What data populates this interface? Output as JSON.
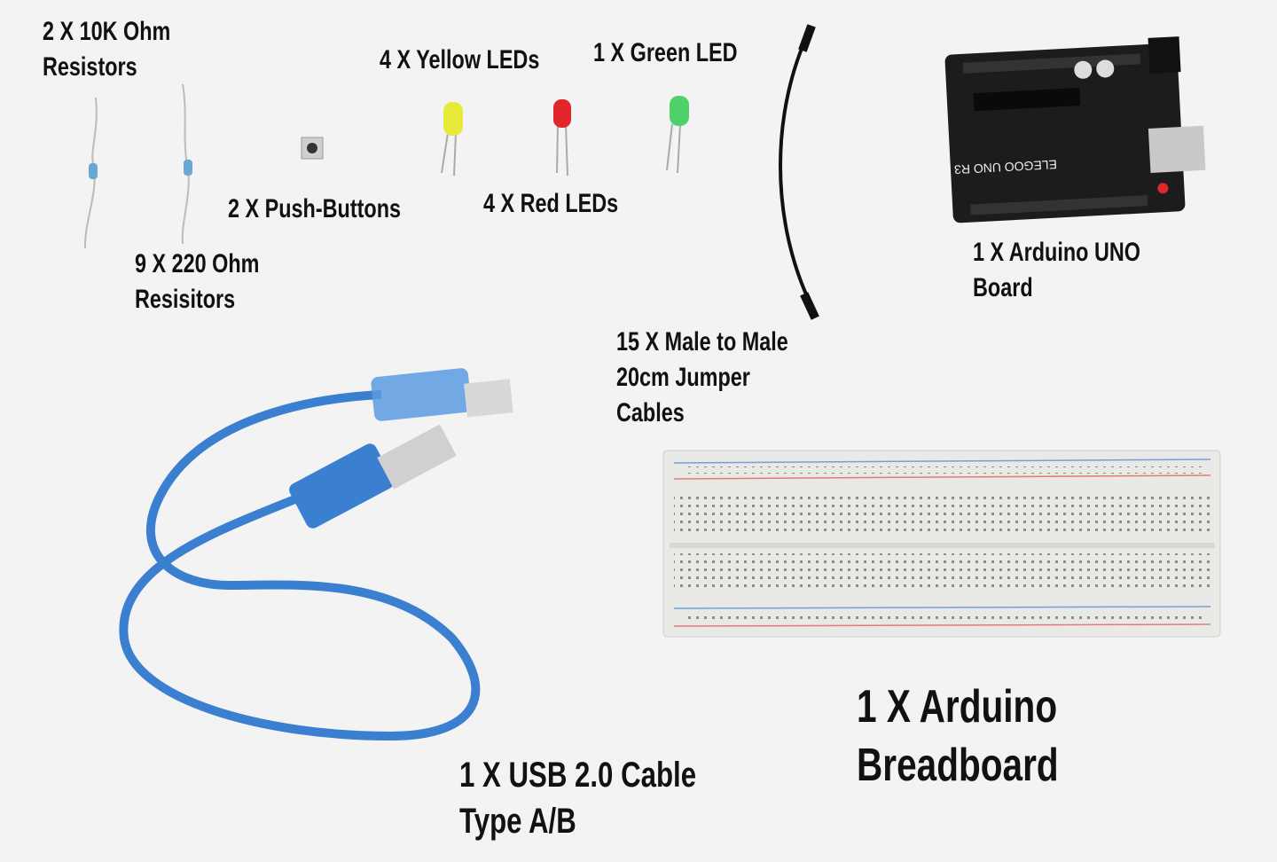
{
  "labels": {
    "resistors_10k": "2 X 10K Ohm\nResistors",
    "resistors_220": "9 X 220 Ohm\nResisitors",
    "push_buttons": "2 X Push-Buttons",
    "yellow_leds": "4 X Yellow LEDs",
    "red_leds": "4 X Red LEDs",
    "green_led": "1 X Green LED",
    "arduino_uno": "1 X Arduino UNO\nBoard",
    "jumper_cables": "15 X Male to Male\n20cm Jumper\nCables",
    "usb_cable": "1 X USB 2.0 Cable\nType A/B",
    "breadboard": "1 X Arduino\nBreadboard"
  },
  "board_marking": "ELEGOO UNO R3",
  "colors": {
    "background": "#f3f3f3",
    "text": "#111111",
    "usb_cable": "#3a7fd0",
    "arduino_board": "#1c1c1c",
    "breadboard": "#e9e9e6",
    "yellow_led": "#e8ea3a",
    "red_led": "#e0262b",
    "green_led": "#4fd16a"
  }
}
